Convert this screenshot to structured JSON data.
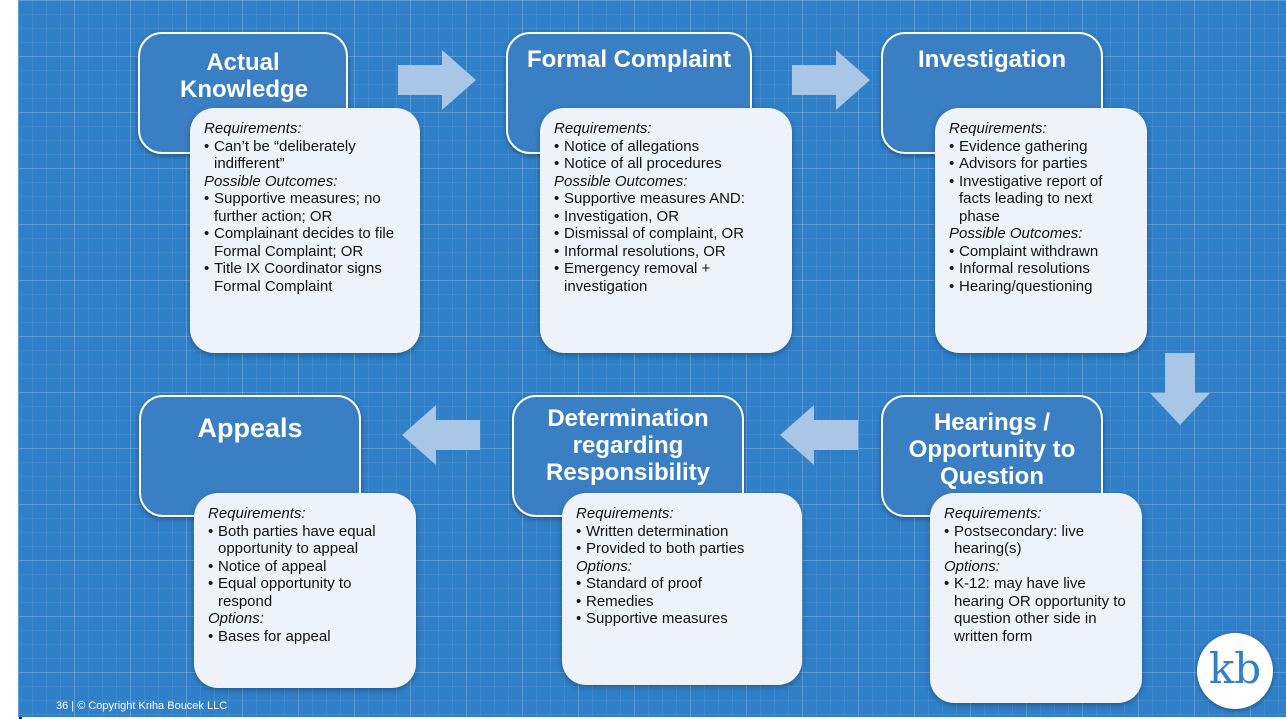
{
  "stages": [
    {
      "title": "Actual Knowledge",
      "sections": [
        {
          "heading": "Requirements:",
          "items": [
            "Can’t be “deliberately indifferent”"
          ]
        },
        {
          "heading": "Possible Outcomes:",
          "items": [
            "Supportive measures; no further action; OR",
            "Complainant decides to file Formal Complaint; OR",
            "Title IX Coordinator signs Formal Complaint"
          ]
        }
      ]
    },
    {
      "title": "Formal Complaint",
      "sections": [
        {
          "heading": "Requirements:",
          "items": [
            "Notice of allegations",
            "Notice of all procedures"
          ]
        },
        {
          "heading": "Possible Outcomes:",
          "items": [
            "Supportive measures AND:",
            "Investigation, OR",
            "Dismissal of complaint, OR",
            "Informal resolutions, OR",
            "Emergency removal + investigation"
          ]
        }
      ]
    },
    {
      "title": "Investigation",
      "sections": [
        {
          "heading": "Requirements:",
          "items": [
            "Evidence gathering",
            "Advisors for parties",
            "Investigative report of facts leading to next phase"
          ]
        },
        {
          "heading": "Possible Outcomes:",
          "items": [
            "Complaint withdrawn",
            "Informal resolutions",
            "Hearing/questioning"
          ]
        }
      ]
    },
    {
      "title": "Hearings / Opportunity to Question",
      "sections": [
        {
          "heading": "Requirements:",
          "items": [
            "Postsecondary: live hearing(s)"
          ]
        },
        {
          "heading": "Options:",
          "items": [
            "K-12: may have live hearing OR opportunity to question other side in written form"
          ]
        }
      ]
    },
    {
      "title": "Determination regarding Responsibility",
      "sections": [
        {
          "heading": "Requirements:",
          "items": [
            "Written determination",
            "Provided to both parties"
          ]
        },
        {
          "heading": "Options:",
          "items": [
            "Standard of proof",
            "Remedies",
            "Supportive measures"
          ]
        }
      ]
    },
    {
      "title": "Appeals",
      "sections": [
        {
          "heading": "Requirements:",
          "items": [
            "Both parties have equal opportunity to appeal",
            "Notice of appeal",
            "Equal opportunity to respond"
          ]
        },
        {
          "heading": "Options:",
          "items": [
            "Bases for appeal"
          ]
        }
      ]
    }
  ],
  "footer": "36 | © Copyright Kriha Boucek LLC",
  "logo_text": "kb",
  "colors": {
    "background": "#2f7fc9",
    "stage_box": "#3a7fc4",
    "card": "#eef2fa",
    "arrow": "#a9c6e6"
  }
}
